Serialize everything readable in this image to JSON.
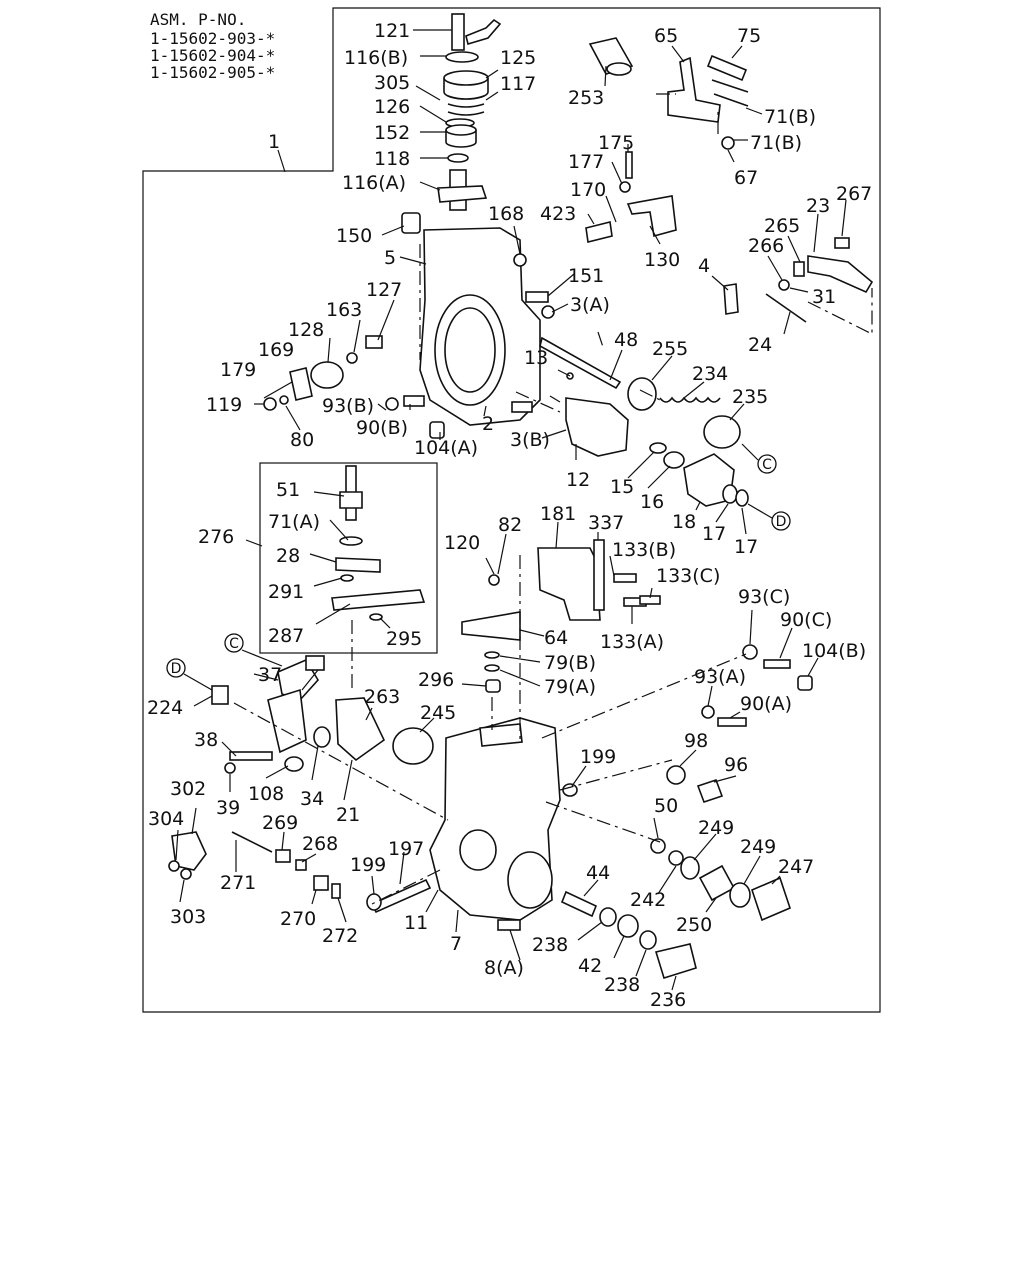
{
  "header": {
    "title": "ASM. P-NO.",
    "part_numbers": [
      "1-15602-903-*",
      "1-15602-904-*",
      "1-15602-905-*"
    ]
  },
  "assembly_callout": "1",
  "callouts": {
    "c121": "121",
    "c116b": "116(B)",
    "c125": "125",
    "c305": "305",
    "c117": "117",
    "c126": "126",
    "c152": "152",
    "c118": "118",
    "c116a": "116(A)",
    "c150": "150",
    "c5": "5",
    "c127": "127",
    "c163": "163",
    "c128": "128",
    "c169": "169",
    "c179": "179",
    "c119": "119",
    "c80": "80",
    "c93b": "93(B)",
    "c90b": "90(B)",
    "c104a": "104(A)",
    "c2": "2",
    "c13": "13",
    "c48": "48",
    "c3b": "3(B)",
    "c12": "12",
    "c3a": "3(A)",
    "c151": "151",
    "c168": "168",
    "c423": "423",
    "c170": "170",
    "c177": "177",
    "c175": "175",
    "c130": "130",
    "c253": "253",
    "c65": "65",
    "c75": "75",
    "c71b1": "71(B)",
    "c71b2": "71(B)",
    "c67": "67",
    "c4": "4",
    "c266": "266",
    "c265": "265",
    "c23": "23",
    "c267": "267",
    "c31": "31",
    "c24": "24",
    "c255": "255",
    "c234": "234",
    "c235": "235",
    "c15": "15",
    "c16": "16",
    "c18": "18",
    "c17a": "17",
    "c17b": "17",
    "c51": "51",
    "c71a": "71(A)",
    "c28": "28",
    "c276": "276",
    "c291": "291",
    "c287": "287",
    "c295": "295",
    "c120": "120",
    "c82": "82",
    "c181": "181",
    "c337": "337",
    "c133b": "133(B)",
    "c133c": "133(C)",
    "c133a": "133(A)",
    "c64": "64",
    "c79b": "79(B)",
    "c79a": "79(A)",
    "c296": "296",
    "c93c": "93(C)",
    "c90c": "90(C)",
    "c104b": "104(B)",
    "c93a": "93(A)",
    "c90a": "90(A)",
    "c37": "37",
    "c224": "224",
    "c263": "263",
    "c245": "245",
    "c38": "38",
    "c108": "108",
    "c34": "34",
    "c39": "39",
    "c21": "21",
    "c199a": "199",
    "c98": "98",
    "c96": "96",
    "c302": "302",
    "c304": "304",
    "c269": "269",
    "c268": "268",
    "c271": "271",
    "c303": "303",
    "c270": "270",
    "c272": "272",
    "c199b": "199",
    "c197": "197",
    "c11": "11",
    "c7": "7",
    "c44": "44",
    "c8a": "8(A)",
    "c50": "50",
    "c249a": "249",
    "c249b": "249",
    "c242": "242",
    "c247": "247",
    "c250": "250",
    "c238a": "238",
    "c42": "42",
    "c238b": "238",
    "c236": "236"
  },
  "reference_markers": {
    "c_upper": "C",
    "d_upper": "D",
    "c_lower": "C",
    "d_lower": "D"
  }
}
